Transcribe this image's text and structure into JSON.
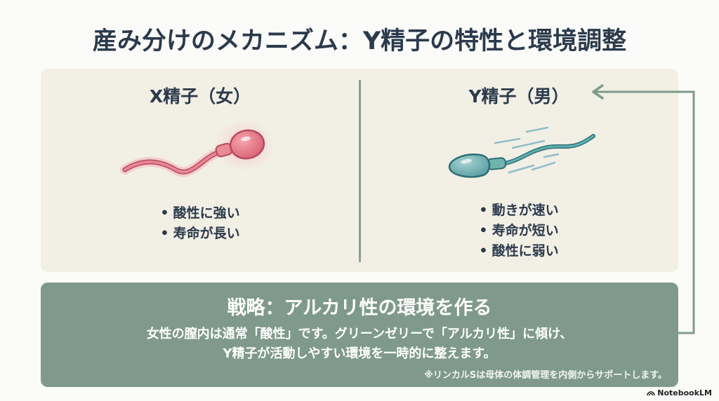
{
  "title": "産み分けのメカニズム：Y精子の特性と環境調整",
  "comparison": {
    "x_sperm": {
      "title": "X精子（女）",
      "color": "#e07a85",
      "traits": [
        "酸性に強い",
        "寿命が長い"
      ]
    },
    "y_sperm": {
      "title": "Y精子（男）",
      "color": "#5fa3a4",
      "traits": [
        "動きが速い",
        "寿命が短い",
        "酸性に弱い"
      ]
    }
  },
  "strategy": {
    "title": "戦略：アルカリ性の環境を作る",
    "body_line1": "女性の膣内は通常「酸性」です。グリーンゼリーで「アルカリ性」に傾け、",
    "body_line2": "Y精子が活動しやすい環境を一時的に整えます。",
    "footnote": "※リンカルSは母体の体調管理を内側からサポートします。"
  },
  "colors": {
    "panel_bg": "#f2efe5",
    "strategy_bg": "#7f9a8c",
    "accent_line": "#7f9a8c",
    "title_text": "#2b3a4c"
  },
  "brand": {
    "label": "NotebookLM"
  },
  "bullet_glyph": "•"
}
